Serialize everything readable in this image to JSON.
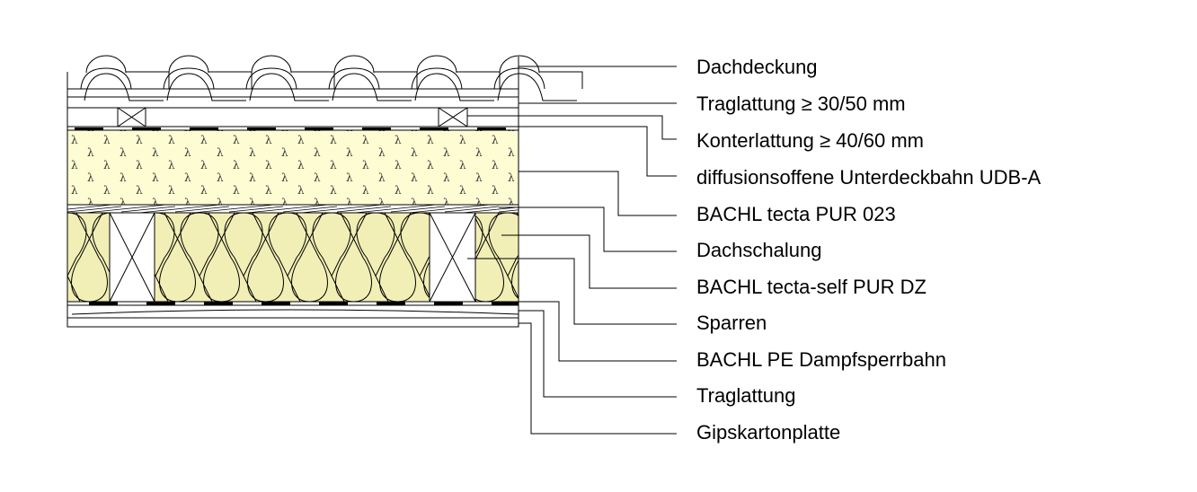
{
  "title": "Roof build-up section",
  "colors": {
    "pur_fill": "#fdfcd3",
    "insulation_fill": "#f1efb5",
    "line": "#000000"
  },
  "labels": [
    "Dachdeckung",
    "Traglattung ≥ 30/50 mm",
    "Konterlattung ≥ 40/60 mm",
    "diffusionsoffene Unterdeckbahn UDB-A",
    "BACHL tecta PUR 023",
    "Dachschalung",
    "BACHL tecta-self PUR DZ",
    "Sparren",
    "BACHL PE Dampfsperrbahn",
    "Traglattung",
    "Gipskartonplatte"
  ]
}
